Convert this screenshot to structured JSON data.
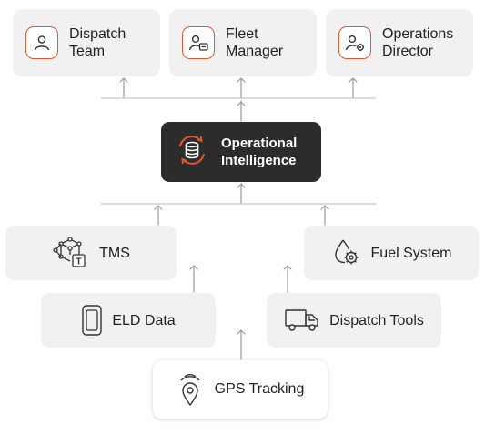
{
  "roles": [
    {
      "label": "Dispatch Team",
      "icon": "person-icon"
    },
    {
      "label": "Fleet Manager",
      "icon": "person-card-icon"
    },
    {
      "label": "Operations Director",
      "icon": "person-gear-icon"
    }
  ],
  "hub": {
    "label": "Operational Intelligence",
    "icon": "database-sync-icon"
  },
  "sources": {
    "tms": {
      "label": "TMS",
      "icon": "network-t-icon"
    },
    "fuel": {
      "label": "Fuel System",
      "icon": "fuel-gear-icon"
    },
    "eld": {
      "label": "ELD Data",
      "icon": "device-icon"
    },
    "dispatch_tools": {
      "label": "Dispatch Tools",
      "icon": "truck-icon"
    },
    "gps": {
      "label": "GPS Tracking",
      "icon": "location-pin-icon"
    }
  },
  "colors": {
    "accent": "#e0552d",
    "hub_bg": "#2c2c2c",
    "card_bg": "#f1f1f1"
  }
}
